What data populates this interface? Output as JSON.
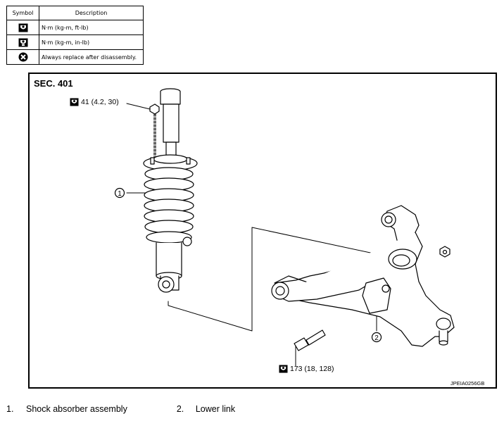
{
  "legend": {
    "header_symbol": "Symbol",
    "header_description": "Description",
    "rows": [
      {
        "icon": "torque-wrench-icon",
        "description": "N·m (kg-m, ft-lb)"
      },
      {
        "icon": "torque-wrench-small-icon",
        "description": "N·m (kg-m, in-lb)"
      },
      {
        "icon": "replace-icon",
        "description": "Always replace after disassembly."
      }
    ]
  },
  "diagram": {
    "section": "SEC. 401",
    "callouts": [
      "1",
      "2"
    ],
    "torque_top": "41 (4.2, 30)",
    "torque_bottom": "173 (18, 128)",
    "code": "JPEIA0256GB"
  },
  "parts": [
    {
      "num": "1.",
      "name": "Shock absorber assembly"
    },
    {
      "num": "2.",
      "name": "Lower link"
    }
  ]
}
